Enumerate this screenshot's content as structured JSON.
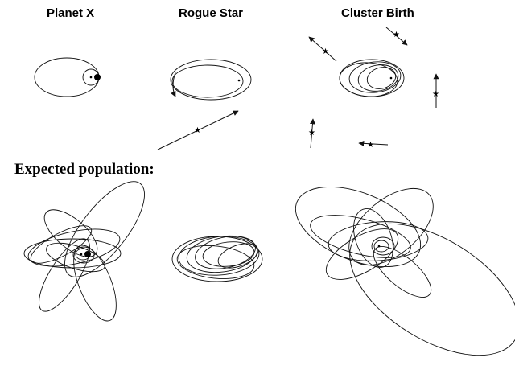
{
  "labels": {
    "planet_x": "Planet X",
    "rogue_star": "Rogue Star",
    "cluster_birth": "Cluster Birth",
    "expected_population": "Expected population:"
  },
  "icons": {
    "star_glyph": "★"
  },
  "colors": {
    "line": "#111111",
    "background": "#ffffff"
  }
}
